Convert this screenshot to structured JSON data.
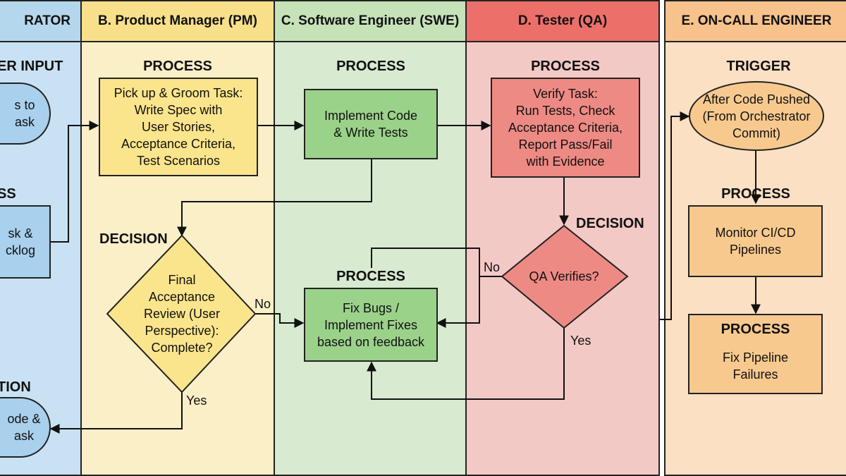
{
  "colors": {
    "orchestrator": "#c9e2f3",
    "pm": "#fbefc8",
    "swe": "#d8ead0",
    "qa": "#f3c9c6",
    "oncall": "#fbe0c4",
    "orchestrator_head": "#b5d7ee",
    "pm_head": "#f8e08a",
    "swe_head": "#c6e2b9",
    "qa_head": "#ec6f6a",
    "oncall_head": "#f7c28c",
    "blue_node": "#a9d0ec",
    "yellow_node": "#fbe58c",
    "green_node": "#9bd28a",
    "red_node": "#ee8a84",
    "orange_node": "#f8c98e"
  },
  "lanes": {
    "orchestrator": "RATOR",
    "pm": "B. Product Manager (PM)",
    "swe": "C. Software Engineer (SWE)",
    "qa": "D. Tester (QA)",
    "oncall": "E. ON-CALL ENGINEER"
  },
  "orchestrator": {
    "input_heading": "ER INPUT",
    "input_text": "s to\nask",
    "process_heading": "SS",
    "process_text": "sk &\ncklog",
    "action_heading": "TION",
    "action_text": "ode &\nask"
  },
  "pm": {
    "process_heading": "PROCESS",
    "process_text": "Pick up & Groom Task:\nWrite Spec with\nUser Stories,\nAcceptance Criteria,\nTest Scenarios",
    "decision_heading": "DECISION",
    "decision_text": "Final\nAcceptance\nReview (User\nPerspective):\nComplete?",
    "no_label": "No",
    "yes_label": "Yes"
  },
  "swe": {
    "process1_heading": "PROCESS",
    "process1_text": "Implement Code\n& Write Tests",
    "process2_heading": "PROCESS",
    "process2_text": "Fix Bugs /\nImplement Fixes\nbased on feedback"
  },
  "qa": {
    "process_heading": "PROCESS",
    "process_text": "Verify Task:\nRun Tests, Check\nAcceptance Criteria,\nReport Pass/Fail\nwith Evidence",
    "decision_heading": "DECISION",
    "decision_text": "QA Verifies?",
    "no_label": "No",
    "yes_label": "Yes"
  },
  "oncall": {
    "trigger_heading": "TRIGGER",
    "trigger_text": "After Code Pushed\n(From Orchestrator\nCommit)",
    "process1_heading": "PROCESS",
    "process1_text": "Monitor CI/CD\nPipelines",
    "process2_heading": "PROCESS",
    "process2_text": "Fix Pipeline\nFailures"
  }
}
